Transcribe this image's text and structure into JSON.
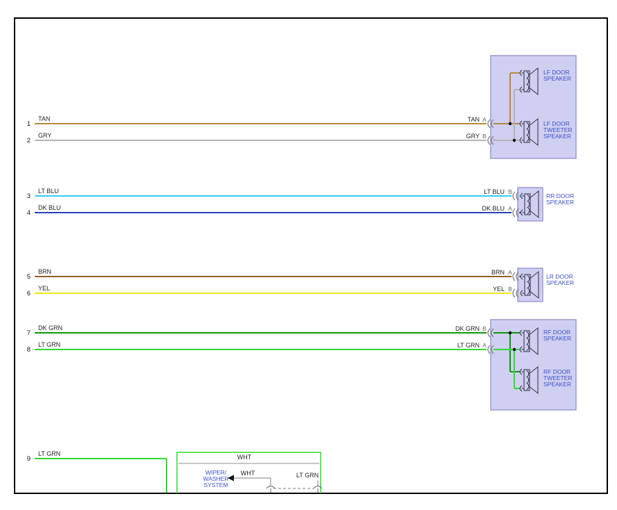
{
  "diagram": {
    "colors": {
      "tan": "#b48a3c",
      "gry": "#b3b3b3",
      "lt_blu": "#30cdf0",
      "dk_blu": "#2b3fb0",
      "brn": "#8f5f28",
      "yel": "#f0e41a",
      "dk_grn": "#0a9a0a",
      "lt_grn": "#2edb2e",
      "wht_wire": "#b4b4b4",
      "box_fill": "#cfcff2",
      "box_border": "#8787c9",
      "label_blue": "#3c50c8"
    },
    "wires": [
      {
        "num": "1",
        "label": "TAN",
        "pin": "A"
      },
      {
        "num": "2",
        "label": "GRY",
        "pin": "B"
      },
      {
        "num": "3",
        "label": "LT BLU",
        "pin": "B"
      },
      {
        "num": "4",
        "label": "DK BLU",
        "pin": "A"
      },
      {
        "num": "5",
        "label": "BRN",
        "pin": "A"
      },
      {
        "num": "6",
        "label": "YEL",
        "pin": "B"
      },
      {
        "num": "7",
        "label": "DK GRN",
        "pin": "B"
      },
      {
        "num": "8",
        "label": "LT GRN",
        "pin": "A"
      },
      {
        "num": "9",
        "label": "LT GRN"
      }
    ],
    "speakers": {
      "lf": [
        "LF DOOR",
        "SPEAKER"
      ],
      "lf_tw": [
        "LF DOOR",
        "TWEETER",
        "SPEAKER"
      ],
      "rr": [
        "RR DOOR",
        "SPEAKER"
      ],
      "lr": [
        "LR DOOR",
        "SPEAKER"
      ],
      "rf": [
        "RF DOOR",
        "SPEAKER"
      ],
      "rf_tw": [
        "RF DOOR",
        "TWEETER",
        "SPEAKER"
      ]
    },
    "bottom": {
      "wht_label": "WHT",
      "system_lines": [
        "WIPER/",
        "WASHER",
        "SYSTEM"
      ],
      "wht2_label": "WHT",
      "lt_grn_label": "LT GRN"
    }
  }
}
